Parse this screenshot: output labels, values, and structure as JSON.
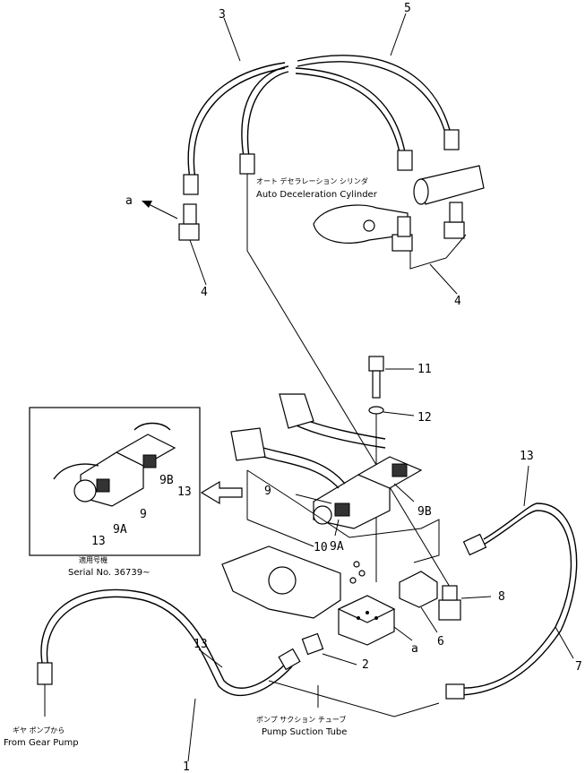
{
  "labels": {
    "p1": "1",
    "p2": "2",
    "p3": "3",
    "p4a": "4",
    "p4b": "4",
    "p5": "5",
    "p6": "6",
    "p7": "7",
    "p8": "8",
    "p9": "9",
    "p9a": "9A",
    "p9b": "9B",
    "p10": "10",
    "p11": "11",
    "p12": "12",
    "p13a": "13",
    "p13b": "13",
    "inset_9": "9",
    "inset_9a": "9A",
    "inset_9b": "9B",
    "inset_13a": "13",
    "inset_13b": "13",
    "a_left": "a",
    "a_block": "a"
  },
  "captions": {
    "cylinder_jp": "オート デセラレーション シリンダ",
    "cylinder_en": "Auto Deceleration Cylinder",
    "serial_jp": "適用号機",
    "serial_en": "Serial No. 36739~",
    "pump_jp": "ギヤ ポンプから",
    "pump_en": "From Gear Pump",
    "suction_jp": "ポンプ サクション チューブ",
    "suction_en": "Pump Suction Tube"
  }
}
